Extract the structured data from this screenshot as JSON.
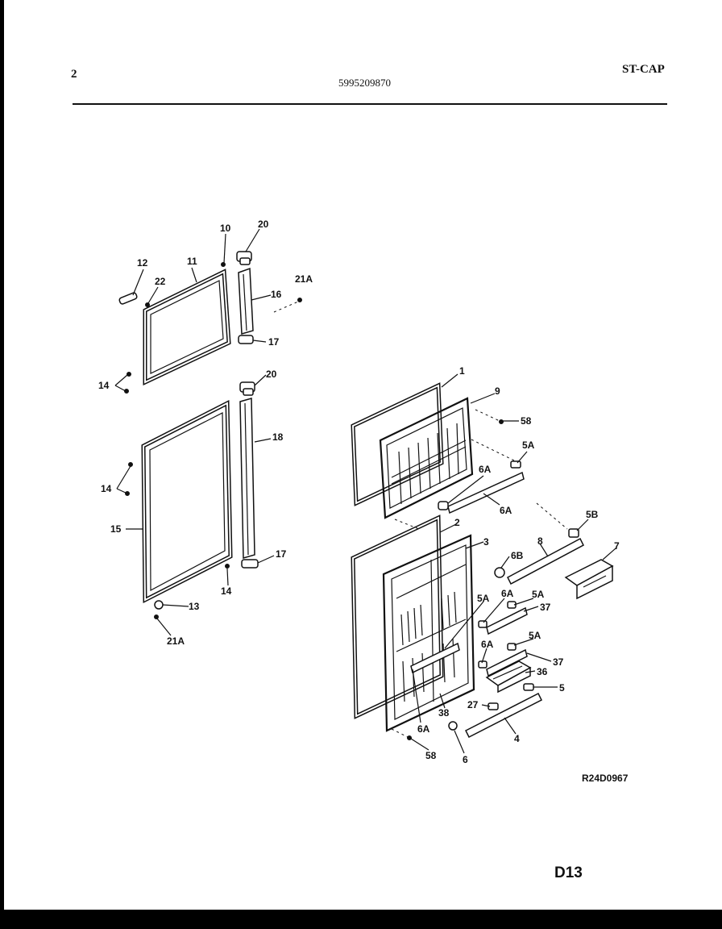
{
  "header": {
    "page_number": "2",
    "model_number": "5995209870",
    "code": "ST-CAP"
  },
  "footer": {
    "reference": "R24D0967",
    "page_id": "D13"
  },
  "callouts": {
    "c10": "10",
    "c20a": "20",
    "c12": "12",
    "c11": "11",
    "c22": "22",
    "c21Aa": "21A",
    "c16": "16",
    "c17a": "17",
    "c14a": "14",
    "c20b": "20",
    "c18": "18",
    "c14b": "14",
    "c15": "15",
    "c17b": "17",
    "c13": "13",
    "c14c": "14",
    "c21Ab": "21A",
    "c1": "1",
    "c9": "9",
    "c58a": "58",
    "c5Aa": "5A",
    "c6Aa": "6A",
    "c6Ab": "6A",
    "c2": "2",
    "c5B": "5B",
    "c3": "3",
    "c6B": "6B",
    "c8": "8",
    "c7": "7",
    "c5Ab": "5A",
    "c6Ac": "6A",
    "c5Ac": "5A",
    "c37a": "37",
    "c5Ad": "5A",
    "c6Ad": "6A",
    "c37b": "37",
    "c36": "36",
    "c5": "5",
    "c27": "27",
    "c38": "38",
    "c6Ae": "6A",
    "c4": "4",
    "c58b": "58",
    "c6": "6"
  }
}
